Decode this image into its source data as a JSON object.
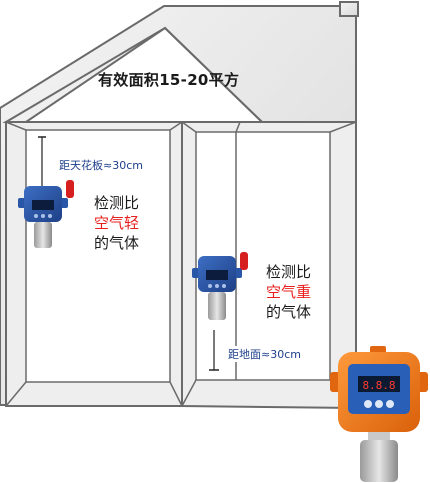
{
  "header": {
    "area_label": "有效面积15-20平方"
  },
  "ceiling_distance": "距天花板≈30cm",
  "floor_distance": "距地面≈30cm",
  "light_gas": {
    "line1": "检测比",
    "line2": "空气轻",
    "line3": "的气体"
  },
  "heavy_gas": {
    "line1": "检测比",
    "line2": "空气重",
    "line3": "的气体"
  },
  "colors": {
    "wall_fill": "#e8e8e8",
    "wall_stroke": "#6a6a6a",
    "detector_blue": "#2a56a8",
    "detector_orange": "#f07a18",
    "highlight_red": "#e8211e",
    "distance_text": "#1e3f8c"
  },
  "detector_display": {
    "reading": "8.8.8"
  }
}
